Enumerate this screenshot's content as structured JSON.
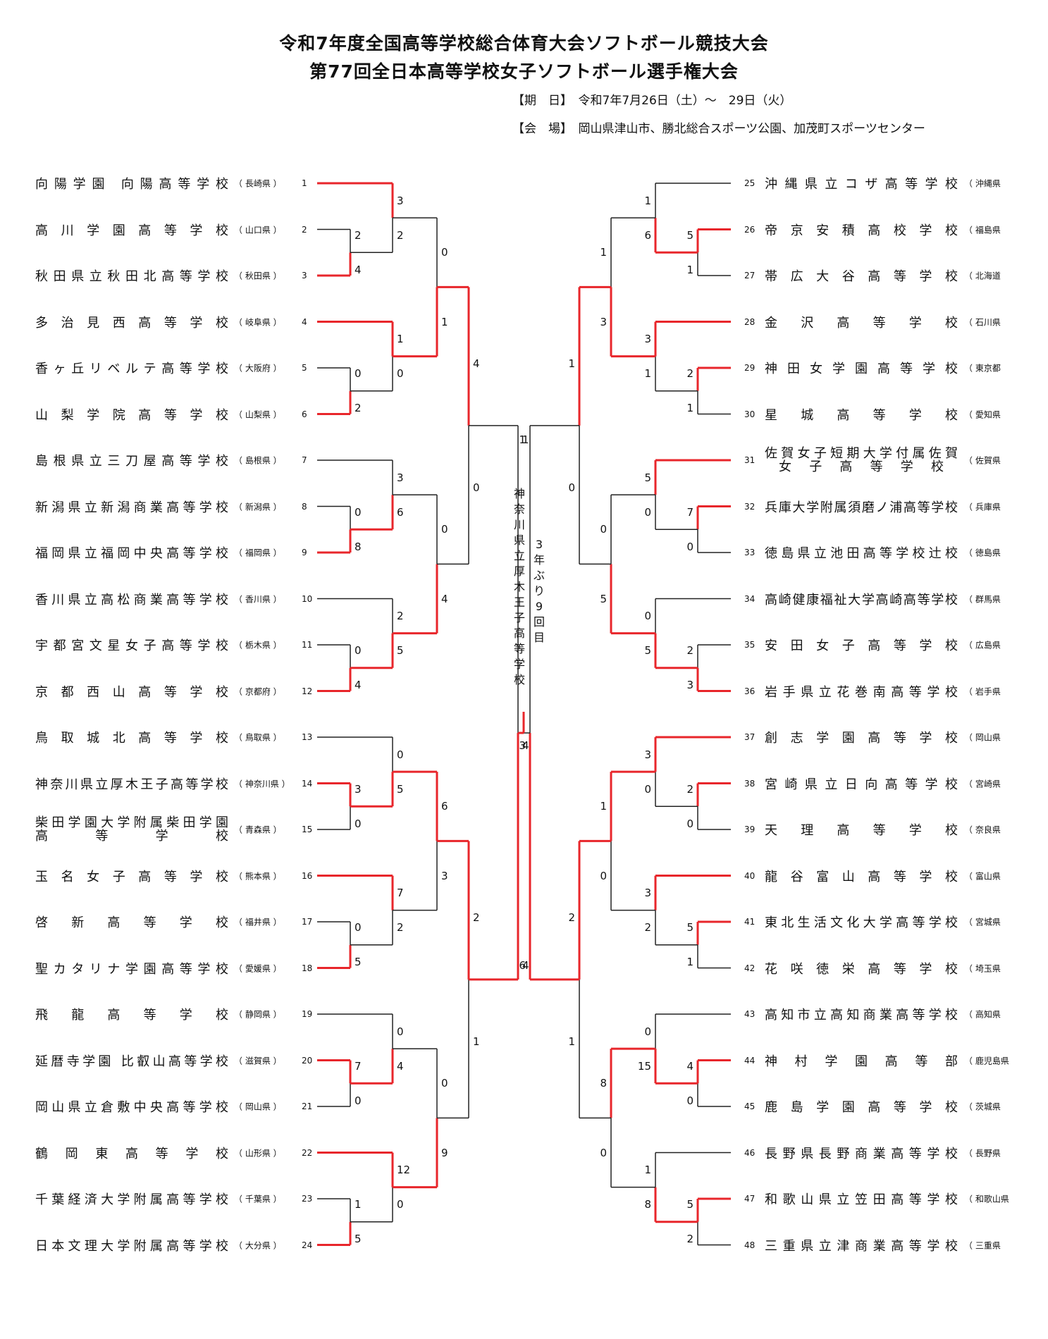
{
  "header": {
    "title1": "令和7年度全国高等学校総合体育大会ソフトボール競技大会",
    "title2": "第77回全日本高等学校女子ソフトボール選手権大会",
    "date_label": "【期　日】",
    "date_value": "令和7年7月26日（土）～　29日（火）",
    "venue_label": "【会　場】",
    "venue_value": "岡山県津山市、勝北総合スポーツ公園、加茂町スポーツセンター"
  },
  "left_teams": [
    {
      "no": "1",
      "name": "向陽学園 向陽高等学校",
      "pref": "長崎県"
    },
    {
      "no": "2",
      "name": "高川学園高等学校",
      "pref": "山口県"
    },
    {
      "no": "3",
      "name": "秋田県立秋田北高等学校",
      "pref": "秋田県"
    },
    {
      "no": "4",
      "name": "多治見西高等学校",
      "pref": "岐阜県"
    },
    {
      "no": "5",
      "name": "香ヶ丘リベルテ高等学校",
      "pref": "大阪府"
    },
    {
      "no": "6",
      "name": "山梨学院高等学校",
      "pref": "山梨県"
    },
    {
      "no": "7",
      "name": "島根県立三刀屋高等学校",
      "pref": "島根県"
    },
    {
      "no": "8",
      "name": "新潟県立新潟商業高等学校",
      "pref": "新潟県"
    },
    {
      "no": "9",
      "name": "福岡県立福岡中央高等学校",
      "pref": "福岡県"
    },
    {
      "no": "10",
      "name": "香川県立高松商業高等学校",
      "pref": "香川県"
    },
    {
      "no": "11",
      "name": "宇都宮文星女子高等学校",
      "pref": "栃木県"
    },
    {
      "no": "12",
      "name": "京都西山高等学校",
      "pref": "京都府"
    },
    {
      "no": "13",
      "name": "鳥取城北高等学校",
      "pref": "鳥取県"
    },
    {
      "no": "14",
      "name": "神奈川県立厚木王子高等学校",
      "pref": "神奈川県"
    },
    {
      "no": "15",
      "name": "柴田学園大学附属柴田学園",
      "name2": "高等学校",
      "pref": "青森県"
    },
    {
      "no": "16",
      "name": "玉名女子高等学校",
      "pref": "熊本県"
    },
    {
      "no": "17",
      "name": "啓新高等学校",
      "pref": "福井県"
    },
    {
      "no": "18",
      "name": "聖カタリナ学園高等学校",
      "pref": "愛媛県"
    },
    {
      "no": "19",
      "name": "飛龍高等学校",
      "pref": "静岡県"
    },
    {
      "no": "20",
      "name": "延暦寺学園 比叡山高等学校",
      "pref": "滋賀県"
    },
    {
      "no": "21",
      "name": "岡山県立倉敷中央高等学校",
      "pref": "岡山県"
    },
    {
      "no": "22",
      "name": "鶴岡東高等学校",
      "pref": "山形県"
    },
    {
      "no": "23",
      "name": "千葉経済大学附属高等学校",
      "pref": "千葉県"
    },
    {
      "no": "24",
      "name": "日本文理大学附属高等学校",
      "pref": "大分県"
    }
  ],
  "right_teams": [
    {
      "no": "25",
      "name": "沖縄県立コザ高等学校",
      "pref": "沖縄県"
    },
    {
      "no": "26",
      "name": "帝京安積高校学校",
      "pref": "福島県"
    },
    {
      "no": "27",
      "name": "帯広大谷高等学校",
      "pref": "北海道"
    },
    {
      "no": "28",
      "name": "金沢高等学校",
      "pref": "石川県"
    },
    {
      "no": "29",
      "name": "神田女学園高等学校",
      "pref": "東京都"
    },
    {
      "no": "30",
      "name": "星城高等学校",
      "pref": "愛知県"
    },
    {
      "no": "31",
      "name": "佐賀女子短期大学付属佐賀",
      "name2": "女子高等学校",
      "pref": "佐賀県"
    },
    {
      "no": "32",
      "name": "兵庫大学附属須磨ノ浦高等学校",
      "pref": "兵庫県"
    },
    {
      "no": "33",
      "name": "徳島県立池田高等学校辻校",
      "pref": "徳島県"
    },
    {
      "no": "34",
      "name": "高崎健康福祉大学高崎高等学校",
      "pref": "群馬県"
    },
    {
      "no": "35",
      "name": "安田女子高等学校",
      "pref": "広島県"
    },
    {
      "no": "36",
      "name": "岩手県立花巻南高等学校",
      "pref": "岩手県"
    },
    {
      "no": "37",
      "name": "創志学園高等学校",
      "pref": "岡山県"
    },
    {
      "no": "38",
      "name": "宮崎県立日向高等学校",
      "pref": "宮崎県"
    },
    {
      "no": "39",
      "name": "天理高等学校",
      "pref": "奈良県"
    },
    {
      "no": "40",
      "name": "龍谷富山高等学校",
      "pref": "富山県"
    },
    {
      "no": "41",
      "name": "東北生活文化大学高等学校",
      "pref": "宮城県"
    },
    {
      "no": "42",
      "name": "花咲徳栄高等学校",
      "pref": "埼玉県"
    },
    {
      "no": "43",
      "name": "高知市立高知商業高等学校",
      "pref": "高知県"
    },
    {
      "no": "44",
      "name": "神村学園高等部",
      "pref": "鹿児島県"
    },
    {
      "no": "45",
      "name": "鹿島学園高等学校",
      "pref": "茨城県"
    },
    {
      "no": "46",
      "name": "長野県長野商業高等学校",
      "pref": "長野県"
    },
    {
      "no": "47",
      "name": "和歌山県立笠田高等学校",
      "pref": "和歌山県"
    },
    {
      "no": "48",
      "name": "三重県立津商業高等学校",
      "pref": "三重県"
    }
  ],
  "left_scores": {
    "r1": [
      [
        "2",
        "4"
      ],
      [
        "0",
        "2"
      ],
      [
        "0",
        "8"
      ],
      [
        "0",
        "4"
      ],
      [
        "3",
        "0"
      ],
      [
        "0",
        "5"
      ],
      [
        "7",
        "0"
      ],
      [
        "1",
        "5"
      ]
    ],
    "r2": [
      [
        "3",
        "2"
      ],
      [
        "1",
        "0"
      ],
      [
        "3",
        "6"
      ],
      [
        "2",
        "5"
      ],
      [
        "0",
        "5"
      ],
      [
        "7",
        "2"
      ],
      [
        "0",
        "4"
      ],
      [
        "12",
        "0"
      ]
    ],
    "r3": [
      [
        "0",
        "1"
      ],
      [
        "0",
        "4"
      ],
      [
        "6",
        "3"
      ],
      [
        "0",
        "9"
      ]
    ],
    "r4": [
      [
        "4",
        "0"
      ],
      [
        "2",
        "1"
      ]
    ],
    "sf": [
      "1",
      "4"
    ]
  },
  "right_scores": {
    "r1": [
      [
        "5",
        "1"
      ],
      [
        "2",
        "1"
      ],
      [
        "7",
        "0"
      ],
      [
        "2",
        "3"
      ],
      [
        "2",
        "0"
      ],
      [
        "5",
        "1"
      ],
      [
        "4",
        "0"
      ],
      [
        "5",
        "2"
      ]
    ],
    "r2": [
      [
        "1",
        "6"
      ],
      [
        "3",
        "1"
      ],
      [
        "5",
        "0"
      ],
      [
        "0",
        "5"
      ],
      [
        "3",
        "0"
      ],
      [
        "3",
        "2"
      ],
      [
        "0",
        "15"
      ],
      [
        "1",
        "8"
      ]
    ],
    "r3": [
      [
        "1",
        "3"
      ],
      [
        "0",
        "5"
      ],
      [
        "1",
        "0"
      ],
      [
        "8",
        "0"
      ]
    ],
    "r4": [
      [
        "1",
        "0"
      ],
      [
        "2",
        "1"
      ]
    ],
    "sf": [
      "1",
      "6"
    ]
  },
  "final": {
    "left_score": "4",
    "right_score": "3",
    "champion_name": "神奈川県立厚木王子高等学校",
    "champion_note": "3年ぶり9回目"
  },
  "colors": {
    "win": "#e8262b",
    "line": "#222222"
  }
}
